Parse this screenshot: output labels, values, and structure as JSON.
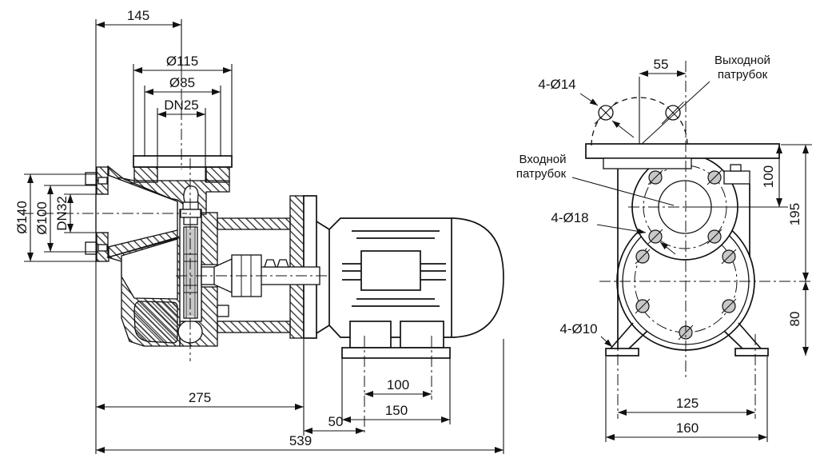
{
  "drawing": {
    "type": "engineering-drawing",
    "subject": "centrifugal pump with motor, two projections",
    "colors": {
      "line": "#111111",
      "background": "#ffffff",
      "bolt_fill": "#c8c8c8"
    },
    "side": {
      "d145": "145",
      "o115": "Ø115",
      "o85": "Ø85",
      "dn25": "DN25",
      "o140": "Ø140",
      "o100": "Ø100",
      "dn32": "DN32",
      "d275": "275",
      "d50": "50",
      "d100": "100",
      "d150": "150",
      "d539": "539"
    },
    "end": {
      "d55": "55",
      "d100": "100",
      "d195": "195",
      "d80": "80",
      "d125": "125",
      "d160": "160",
      "holes14": "4-Ø14",
      "holes18": "4-Ø18",
      "holes10": "4-Ø10",
      "outlet1": "Выходной",
      "outlet2": "патрубок",
      "inlet1": "Входной",
      "inlet2": "патрубок"
    }
  }
}
